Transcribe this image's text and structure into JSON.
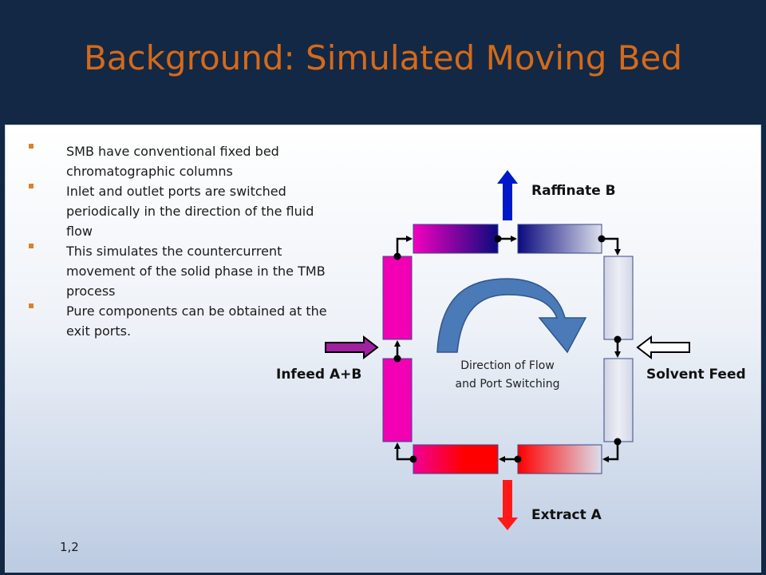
{
  "slide": {
    "title": "Background: Simulated Moving Bed",
    "footnote": "1,2"
  },
  "bullets": [
    {
      "text": "SMB have conventional fixed bed chromatographic columns"
    },
    {
      "text": "Inlet and outlet ports are switched periodically in the direction of the fluid flow"
    },
    {
      "text": "This simulates the countercurrent movement of the solid phase in the TMB process"
    },
    {
      "text": "Pure components can be obtained at the exit ports."
    }
  ],
  "diagram": {
    "labels": {
      "raffinate": "Raffinate B",
      "extract": "Extract A",
      "infeed": "Infeed A+B",
      "solvent": "Solvent Feed",
      "direction_line1": "Direction of Flow",
      "direction_line2": "and Port Switching"
    },
    "colors": {
      "magenta": "#f000b8",
      "navy": "#0a0a7e",
      "light_gray": "#dcdfeb",
      "red": "#ff0000",
      "raffinate_arrow": "#0018c8",
      "extract_arrow": "#ff1a1a",
      "infeed_arrow": "#a020a0",
      "curved_arrow": "#4a78b8"
    },
    "bullet_color": "#d9822b",
    "title_color": "#d46a1a"
  }
}
